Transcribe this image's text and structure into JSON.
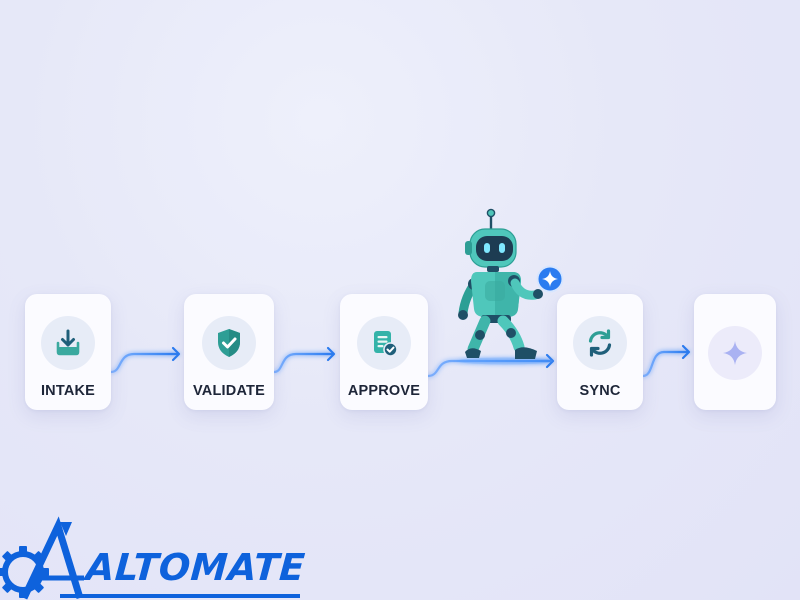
{
  "workflow": {
    "steps": [
      {
        "label": "INTAKE",
        "icon": "download-tray-icon"
      },
      {
        "label": "VALIDATE",
        "icon": "shield-check-icon"
      },
      {
        "label": "APPROVE",
        "icon": "document-check-icon"
      },
      {
        "label": "SYNC",
        "icon": "sync-arrows-icon"
      },
      {
        "label": "",
        "icon": "sparkle-icon"
      }
    ]
  },
  "mascot": {
    "icon": "walking-robot-icon",
    "held_item_icon": "sparkle-badge-icon"
  },
  "brand": {
    "name": "ALTOMATE",
    "logo_icon": "gear-icon"
  },
  "colors": {
    "accent_blue": "#2b7cf0",
    "teal": "#34b3a9",
    "teal_light": "#6fd3c6",
    "navy": "#1d2538",
    "brand_blue": "#0e62dc",
    "sparkle_lavender": "#a8b0f0"
  }
}
